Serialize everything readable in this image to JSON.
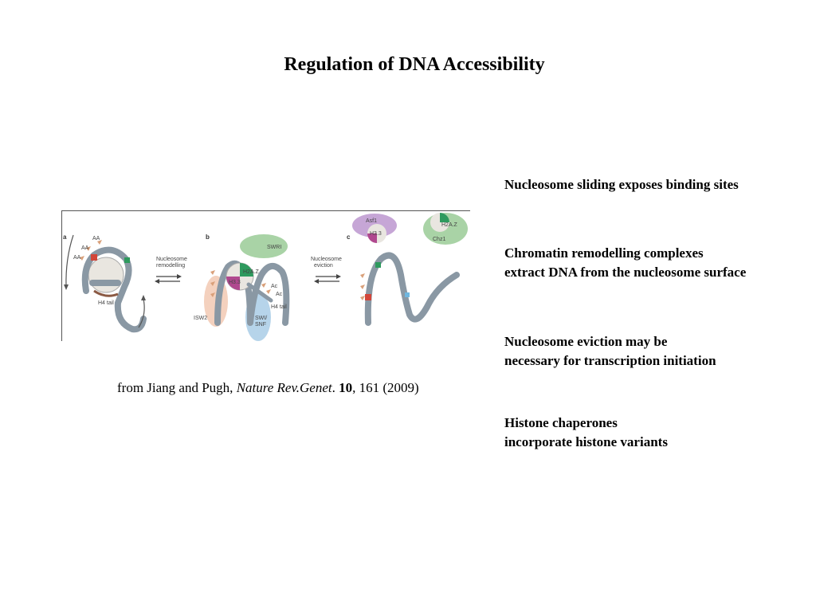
{
  "slide": {
    "title": "Regulation of DNA Accessibility"
  },
  "figure": {
    "panels": [
      "a",
      "b",
      "c"
    ],
    "labels": {
      "aa": "AA",
      "h4_tail": "H4 tail",
      "nucleosome": "Nucleosome",
      "remodelling": "remodelling",
      "eviction": "eviction",
      "swr1": "SWRI",
      "h2az": "H2A.Z",
      "h33": "H3.3",
      "isw2": "ISW2",
      "swi_snf_1": "SWI/",
      "swi_snf_2": "SNF",
      "ac": "Ac",
      "asf1": "Asf1",
      "chz1": "Chz1"
    }
  },
  "caption": {
    "prefix": "from Jiang and Pugh, ",
    "journal": "Nature Rev.Genet",
    "sep": ". ",
    "volume": "10",
    "rest": ", 161 (2009)"
  },
  "points": [
    {
      "lines": [
        "Nucleosome sliding exposes binding sites"
      ]
    },
    {
      "lines": [
        "Chromatin remodelling complexes",
        "extract DNA from the nucleosome surface"
      ]
    },
    {
      "lines": [
        "Nucleosome eviction may be",
        "necessary for transcription initiation"
      ]
    },
    {
      "lines": [
        "Histone chaperones",
        "incorporate histone variants"
      ]
    }
  ],
  "colors": {
    "dna": "#8a98a4",
    "swr1": "#a9d3a6",
    "swi_snf": "#a9cde6",
    "isw2": "#f2c9b3",
    "asf1": "#c6a6d6",
    "h2az": "#2e9a5e",
    "h33": "#b0488f"
  }
}
